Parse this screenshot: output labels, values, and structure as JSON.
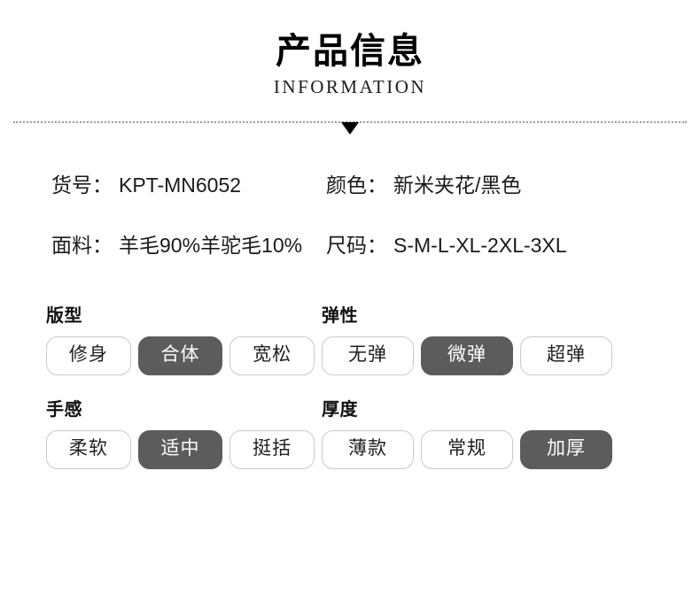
{
  "header": {
    "title": "产品信息",
    "subtitle": "INFORMATION",
    "caret_icon": "triangle-down-icon"
  },
  "specs": [
    {
      "left": {
        "key": "货号：",
        "value": "KPT-MN6052"
      },
      "right": {
        "key": "颜色：",
        "value": "新米夹花/黑色"
      }
    },
    {
      "left": {
        "key": "面料：",
        "value": "羊毛90%羊驼毛10%"
      },
      "right": {
        "key": "尺码：",
        "value": "S-M-L-XL-2XL-3XL"
      }
    }
  ],
  "attributes": [
    {
      "title": "版型",
      "options": [
        {
          "label": "修身",
          "selected": false
        },
        {
          "label": "合体",
          "selected": true
        },
        {
          "label": "宽松",
          "selected": false
        }
      ]
    },
    {
      "title": "弹性",
      "options": [
        {
          "label": "无弹",
          "selected": false
        },
        {
          "label": "微弹",
          "selected": true
        },
        {
          "label": "超弹",
          "selected": false
        }
      ]
    },
    {
      "title": "手感",
      "options": [
        {
          "label": "柔软",
          "selected": false
        },
        {
          "label": "适中",
          "selected": true
        },
        {
          "label": "挺括",
          "selected": false
        }
      ]
    },
    {
      "title": "厚度",
      "options": [
        {
          "label": "薄款",
          "selected": false
        },
        {
          "label": "常规",
          "selected": false
        },
        {
          "label": "加厚",
          "selected": true
        }
      ]
    }
  ],
  "colors": {
    "selected_fill": "#5c5c5c",
    "selected_text": "#ffffff",
    "pill_border": "#c9c9c9",
    "text": "#1a1a1a",
    "divider": "#9a9a9a",
    "background": "#ffffff"
  }
}
